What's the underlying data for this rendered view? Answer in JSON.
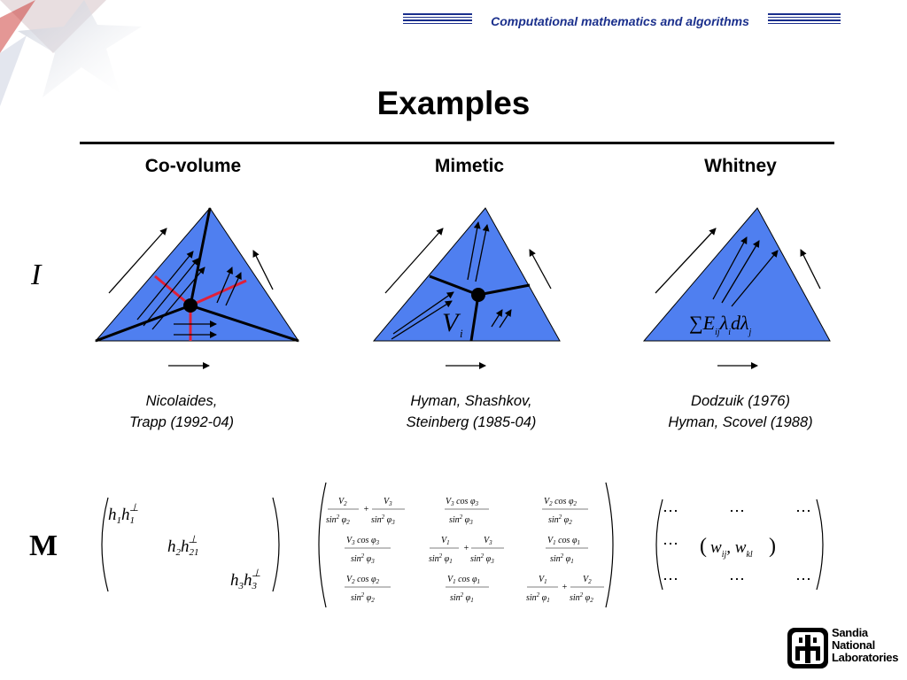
{
  "header": {
    "banner_text": "Computational mathematics and algorithms"
  },
  "slide": {
    "title": "Examples"
  },
  "columns": [
    {
      "heading": "Co-volume",
      "citation_line1": "Nicolaides,",
      "citation_line2": "Trapp (1992-04)"
    },
    {
      "heading": "Mimetic",
      "citation_line1": "Hyman, Shashkov,",
      "citation_line2": "Steinberg (1985-04)"
    },
    {
      "heading": "Whitney",
      "citation_line1": "Dodzuik (1976)",
      "citation_line2": "Hyman, Scovel (1988)"
    }
  ],
  "row_labels": {
    "interpolation": "I",
    "matrix": "M"
  },
  "logo": {
    "line1": "Sandia",
    "line2": "National",
    "line3": "Laboratories"
  },
  "colors": {
    "triangle_fill": "#4f7ff0",
    "banner_blue": "#1a2f8c",
    "red_segments": "#e0203a"
  }
}
